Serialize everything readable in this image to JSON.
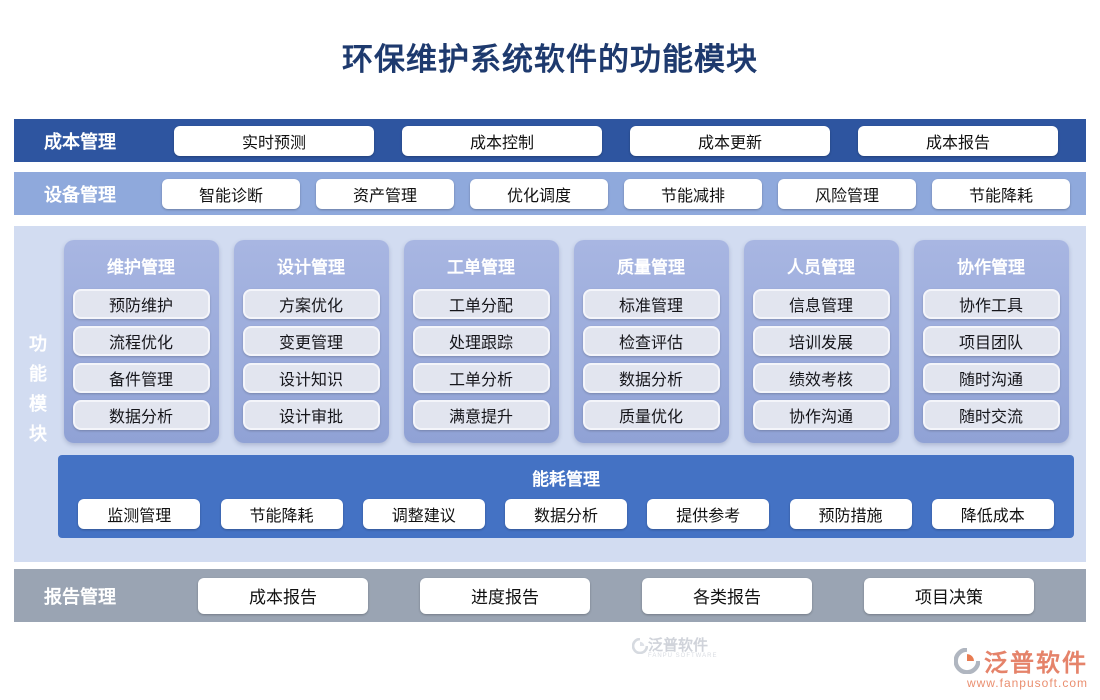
{
  "title": "环保维护系统软件的功能模块",
  "bands": {
    "cost": {
      "label": "成本管理",
      "buttons": [
        "实时预测",
        "成本控制",
        "成本更新",
        "成本报告"
      ]
    },
    "device": {
      "label": "设备管理",
      "buttons": [
        "智能诊断",
        "资产管理",
        "优化调度",
        "节能减排",
        "风险管理",
        "节能降耗"
      ]
    },
    "report": {
      "label": "报告管理",
      "buttons": [
        "成本报告",
        "进度报告",
        "各类报告",
        "项目决策"
      ]
    }
  },
  "function_panel": {
    "side_label": "功能模块",
    "columns": [
      {
        "header": "维护管理",
        "items": [
          "预防维护",
          "流程优化",
          "备件管理",
          "数据分析"
        ]
      },
      {
        "header": "设计管理",
        "items": [
          "方案优化",
          "变更管理",
          "设计知识",
          "设计审批"
        ]
      },
      {
        "header": "工单管理",
        "items": [
          "工单分配",
          "处理跟踪",
          "工单分析",
          "满意提升"
        ]
      },
      {
        "header": "质量管理",
        "items": [
          "标准管理",
          "检查评估",
          "数据分析",
          "质量优化"
        ]
      },
      {
        "header": "人员管理",
        "items": [
          "信息管理",
          "培训发展",
          "绩效考核",
          "协作沟通"
        ]
      },
      {
        "header": "协作管理",
        "items": [
          "协作工具",
          "项目团队",
          "随时沟通",
          "随时交流"
        ]
      }
    ],
    "energy": {
      "header": "能耗管理",
      "buttons": [
        "监测管理",
        "节能降耗",
        "调整建议",
        "数据分析",
        "提供参考",
        "预防措施",
        "降低成本"
      ]
    }
  },
  "watermark": {
    "brand": "泛普软件",
    "sub": "FANPU SOFTWARE"
  },
  "logo": {
    "brand": "泛普软件",
    "url": "www.fanpusoft.com"
  },
  "colors": {
    "title": "#1e3a6e",
    "cost_band": "#2e55a0",
    "device_band": "#8fa9dc",
    "panel_bg": "#d2dcf1",
    "column_bg": "#98a9d8",
    "item_bg": "#e2e5ef",
    "energy_band": "#4472c4",
    "report_band": "#9aa4b3",
    "logo_orange": "#e5836a"
  }
}
